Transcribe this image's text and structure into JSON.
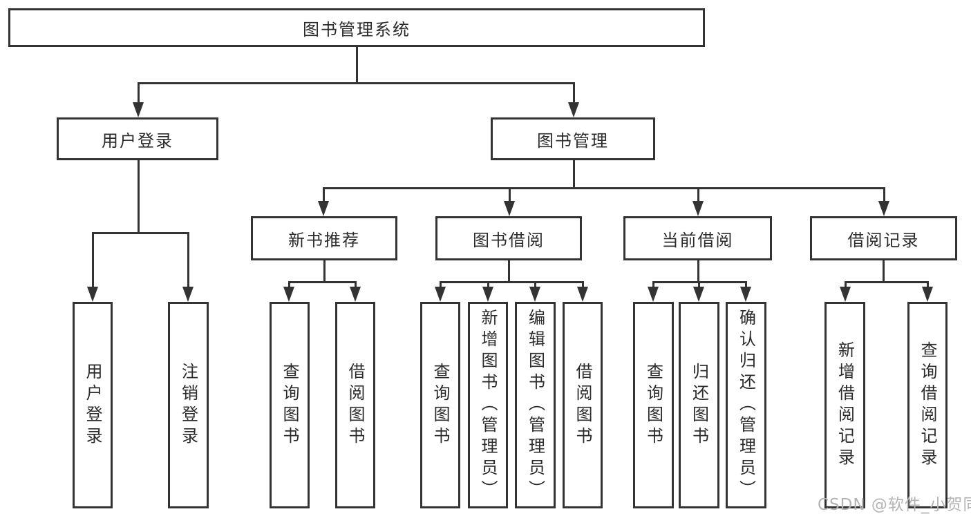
{
  "nodes": {
    "root": "图书管理系统",
    "user_login": "用户登录",
    "book_mgmt": "图书管理",
    "new_book_rec": "新书推荐",
    "book_borrow": "图书借阅",
    "current_borrow": "当前借阅",
    "borrow_record": "借阅记录",
    "leaf_user_login": "用户登录",
    "leaf_logout": "注销登录",
    "leaf_rec_query": "查询图书",
    "leaf_rec_borrow": "借阅图书",
    "leaf_bb_query": "查询图书",
    "leaf_bb_add": "新增图书（管理员）",
    "leaf_bb_edit": "编辑图书（管理员）",
    "leaf_bb_borrow": "借阅图书",
    "leaf_cb_query": "查询图书",
    "leaf_cb_return": "归还图书",
    "leaf_cb_confirm": "确认归还（管理员）",
    "leaf_br_add": "新增借阅记录",
    "leaf_br_query": "查询借阅记录"
  },
  "hierarchy": {
    "图书管理系统": {
      "用户登录": [
        "用户登录",
        "注销登录"
      ],
      "图书管理": {
        "新书推荐": [
          "查询图书",
          "借阅图书"
        ],
        "图书借阅": [
          "查询图书",
          "新增图书（管理员）",
          "编辑图书（管理员）",
          "借阅图书"
        ],
        "当前借阅": [
          "查询图书",
          "归还图书",
          "确认归还（管理员）"
        ],
        "借阅记录": [
          "新增借阅记录",
          "查询借阅记录"
        ]
      }
    }
  },
  "colors": {
    "line": "#333333",
    "text": "#2b2b2b",
    "watermark": "#b3b3b3",
    "background": "#ffffff"
  },
  "watermark": "CSDN @软件_小贺同学"
}
